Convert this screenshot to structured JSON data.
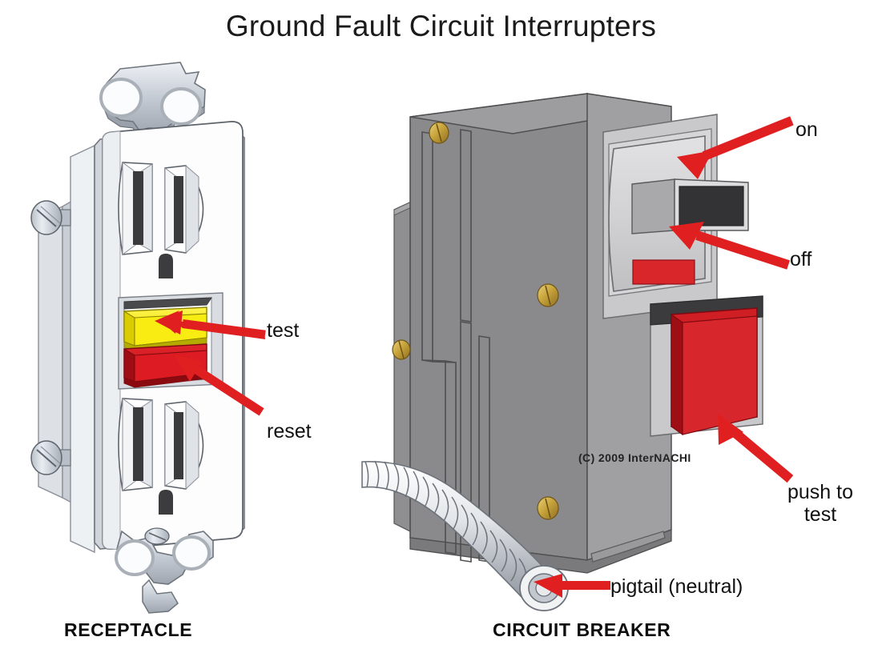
{
  "page": {
    "title": "Ground Fault Circuit Interrupters",
    "background_color": "#ffffff"
  },
  "figures": [
    {
      "id": "receptacle",
      "caption": "RECEPTACLE",
      "description": "GFCI duplex receptacle with mounting yoke, two outlet slots, test and reset buttons"
    },
    {
      "id": "circuit-breaker",
      "caption": "CIRCUIT BREAKER",
      "description": "GFCI circuit breaker with on/off toggle, push-to-test button and coiled pigtail wire"
    }
  ],
  "captions": {
    "receptacle": "RECEPTACLE",
    "circuit_breaker": "CIRCUIT BREAKER"
  },
  "callouts": {
    "test": "test",
    "reset": "reset",
    "on": "on",
    "off": "off",
    "push_to_test_line1": "push to",
    "push_to_test_line2": "test",
    "pigtail": "pigtail (neutral)"
  },
  "copyright": {
    "text": "(C) 2009 InterNACHI"
  },
  "colors": {
    "arrow_red": "#e02020",
    "test_button_yellow": "#f2e500",
    "reset_button_red": "#d8131a",
    "breaker_body_gray": "#8a8a8c",
    "breaker_top_gray": "#a2a2a4",
    "breaker_face_light": "#c9c9cb",
    "toggle_dark": "#333336",
    "push_button_red": "#d8262b",
    "brass_rivet": "#c8a43c",
    "metal_yoke": "#c5cad2",
    "plate_white": "#fdfdfd",
    "slot_dark": "#3a3a3a",
    "text_black": "#111111"
  }
}
